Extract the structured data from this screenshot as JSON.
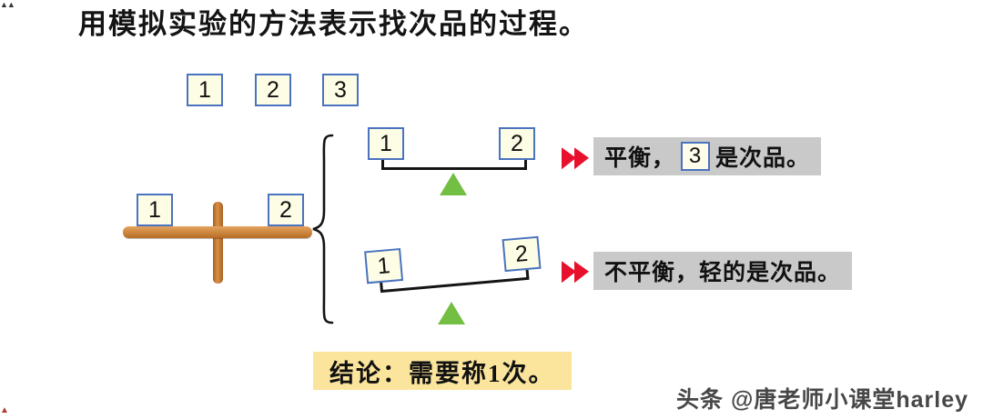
{
  "title": "用模拟实验的方法表示找次品的过程。",
  "top_row": {
    "boxes": [
      "1",
      "2",
      "3"
    ]
  },
  "beam": {
    "boxes": [
      "1",
      "2"
    ]
  },
  "branches": {
    "balanced": {
      "left_box": "1",
      "right_box": "2",
      "result_prefix": "平衡，",
      "result_box": "3",
      "result_suffix": "是次品。"
    },
    "unbalanced": {
      "left_box": "1",
      "right_box": "2",
      "result": "不平衡，轻的是次品。"
    }
  },
  "conclusion": {
    "text": "结论：需要称1次。"
  },
  "watermark": {
    "text": "头条 @唐老师小课堂harley"
  },
  "colors": {
    "box_border": "#4a73c0",
    "box_fill": "#fdfce4",
    "beam_orange": "#c67b35",
    "triangle_green": "#72bf44",
    "arrow_red": "#e8112d",
    "result_bg": "#c9c9c9",
    "conclusion_bg": "#fbe49c"
  }
}
